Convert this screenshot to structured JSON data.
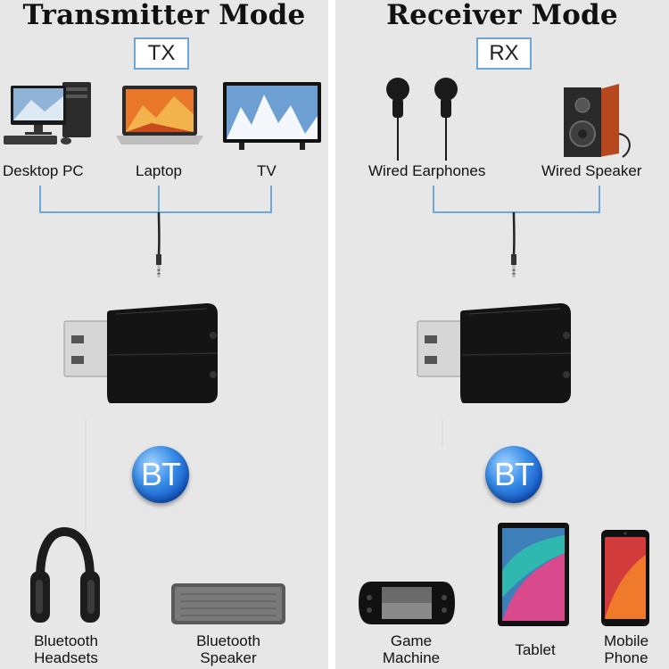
{
  "left": {
    "title": "Transmitter Mode",
    "badge": "TX",
    "sources": [
      {
        "label": "Desktop PC",
        "icon": "desktop-pc-icon"
      },
      {
        "label": "Laptop",
        "icon": "laptop-icon"
      },
      {
        "label": "TV",
        "icon": "tv-icon"
      }
    ],
    "bt_label": "BT",
    "targets": [
      {
        "label": "Bluetooth\nHeadsets",
        "icon": "headphones-icon"
      },
      {
        "label": "Bluetooth\nSpeaker",
        "icon": "bluetooth-speaker-icon"
      }
    ]
  },
  "right": {
    "title": "Receiver Mode",
    "badge": "RX",
    "sinks": [
      {
        "label": "Wired Earphones",
        "icon": "earphones-icon"
      },
      {
        "label": "Wired Speaker",
        "icon": "wired-speaker-icon"
      }
    ],
    "bt_label": "BT",
    "sources": [
      {
        "label": "Game\nMachine",
        "icon": "game-machine-icon"
      },
      {
        "label": "Tablet",
        "icon": "tablet-icon"
      },
      {
        "label": "Mobile\nPhone",
        "icon": "mobile-phone-icon"
      }
    ]
  },
  "colors": {
    "panel_bg": "#e7e7e7",
    "divider": "#ffffff",
    "connector_line": "#6fa6d8",
    "badge_border": "#6fa6d8",
    "bt_blue": "#1f6fe0"
  }
}
